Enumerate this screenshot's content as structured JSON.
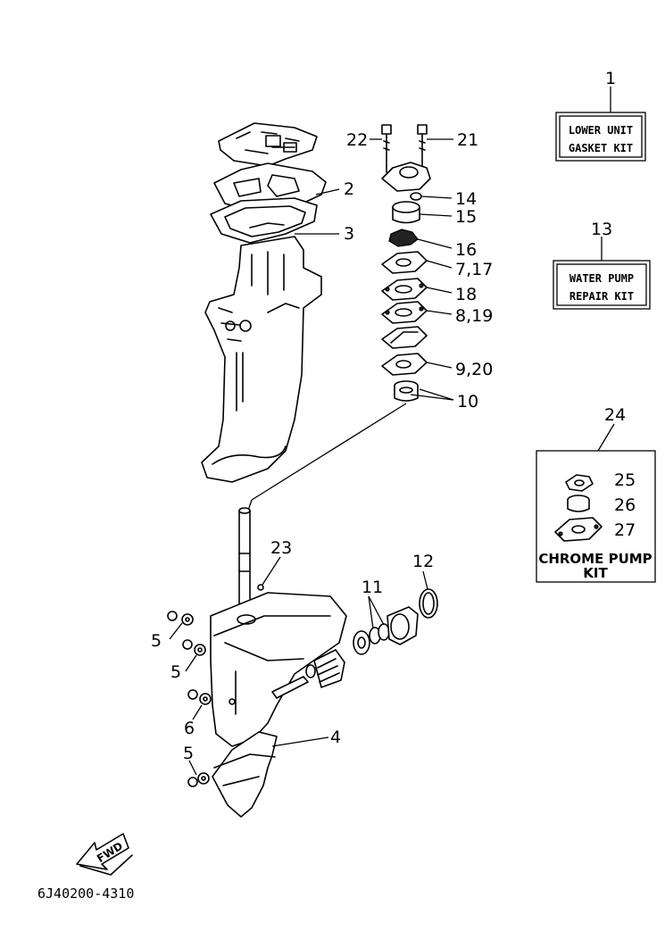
{
  "kits": {
    "lower_unit": {
      "number": "1",
      "line1": "LOWER UNIT",
      "line2": "GASKET KIT"
    },
    "water_pump": {
      "number": "13",
      "line1": "WATER PUMP",
      "line2": "REPAIR KIT"
    },
    "chrome_pump": {
      "number": "24",
      "line1": "CHROME PUMP",
      "line2": "KIT",
      "items": [
        "25",
        "26",
        "27"
      ]
    }
  },
  "callouts": {
    "c2": "2",
    "c3": "3",
    "c4": "4",
    "c5a": "5",
    "c5b": "5",
    "c5c": "5",
    "c6": "6",
    "c7_17": "7,17",
    "c8_19": "8,19",
    "c9_20": "9,20",
    "c10": "10",
    "c11": "11",
    "c12": "12",
    "c14": "14",
    "c15": "15",
    "c16": "16",
    "c18": "18",
    "c21": "21",
    "c22": "22",
    "c23": "23"
  },
  "fwd_label": "FWD",
  "diagram_code": "6J40200-4310"
}
